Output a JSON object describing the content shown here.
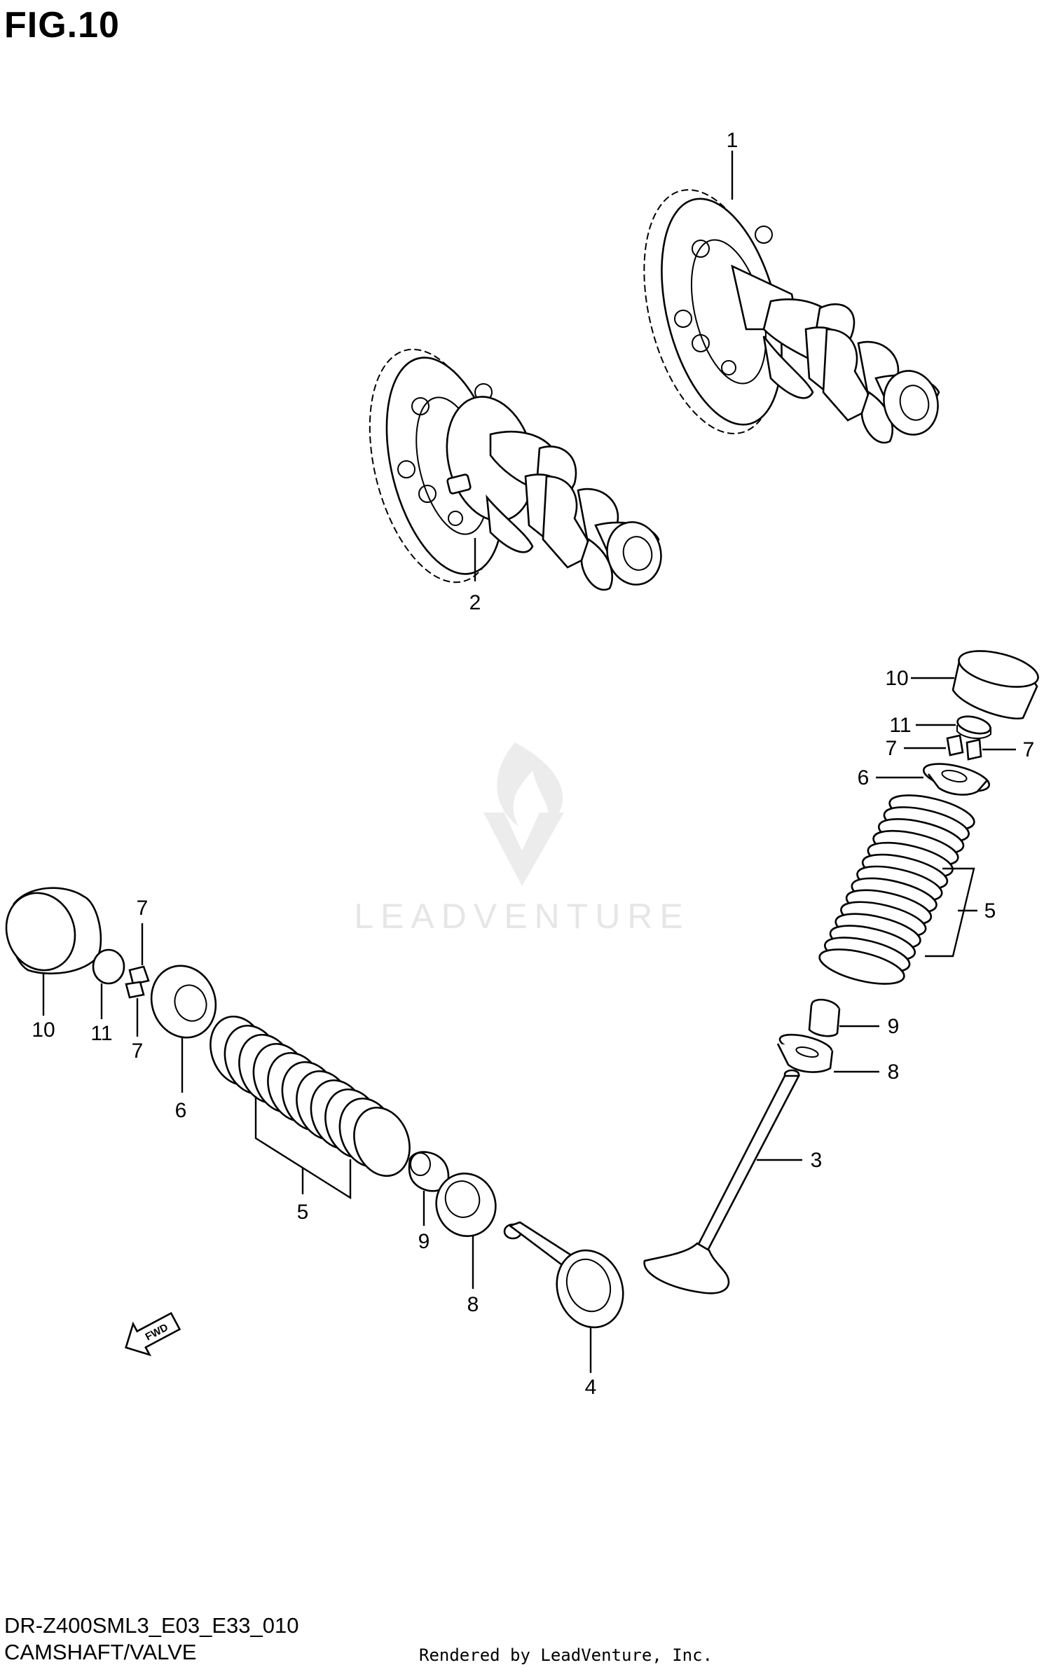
{
  "figure": {
    "title": "FIG.10",
    "model_code": "DR-Z400SML3_E03_E33_010",
    "group_title": "CAMSHAFT/VALVE"
  },
  "watermark": {
    "text": "LEADVENTURE",
    "color": "#e6e6e6"
  },
  "credit": "Rendered by LeadVenture, Inc.",
  "direction_marker": {
    "label": "FWD"
  },
  "callouts": {
    "exhaust_camshaft": "1",
    "intake_camshaft": "2",
    "exhaust_valve": "3",
    "intake_valve": "4",
    "spring_right": "5",
    "spring_left": "5",
    "retainer_right": "6",
    "retainer_left": "6",
    "cotter_right_a": "7",
    "cotter_right_b": "7",
    "cotter_left_a": "7",
    "cotter_left_b": "7",
    "spring_seat_right": "8",
    "spring_seat_left": "8",
    "stem_seal_right": "9",
    "stem_seal_left": "9",
    "tappet_right": "10",
    "tappet_left": "10",
    "shim_right": "11",
    "shim_left": "11"
  },
  "colors": {
    "line": "#000000",
    "background": "#ffffff"
  }
}
